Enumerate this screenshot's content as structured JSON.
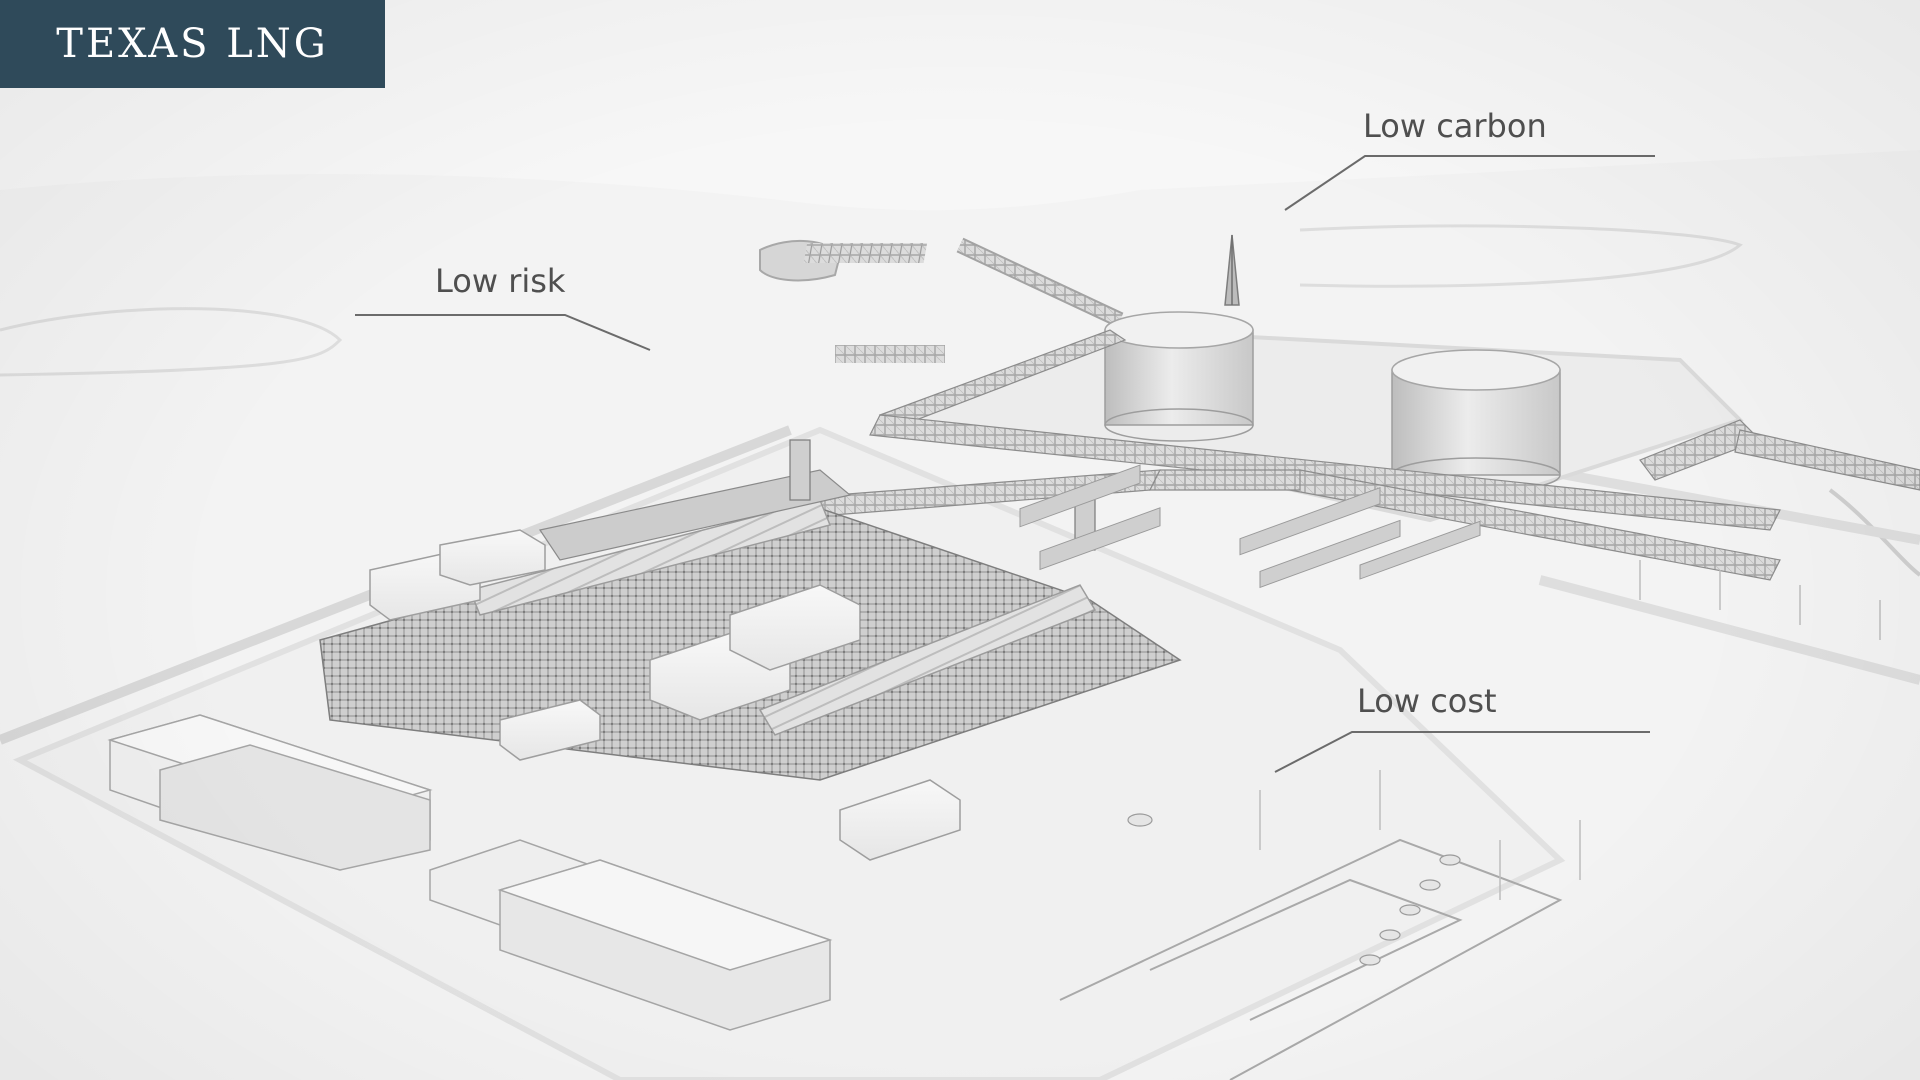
{
  "brand": {
    "logo_text": "TEXAS LNG",
    "logo_bg": "#2f4a5a",
    "logo_fg": "#ffffff"
  },
  "callouts": {
    "low_risk": "Low risk",
    "low_carbon": "Low carbon",
    "low_cost": "Low cost"
  },
  "colors": {
    "background": "#f2f2f2",
    "label_text": "#4f4f4f",
    "callout_line": "#6b6b6b",
    "structure_light": "#f5f5f5",
    "structure_mid": "#d9d9d9",
    "structure_dark": "#a9a9a9"
  }
}
